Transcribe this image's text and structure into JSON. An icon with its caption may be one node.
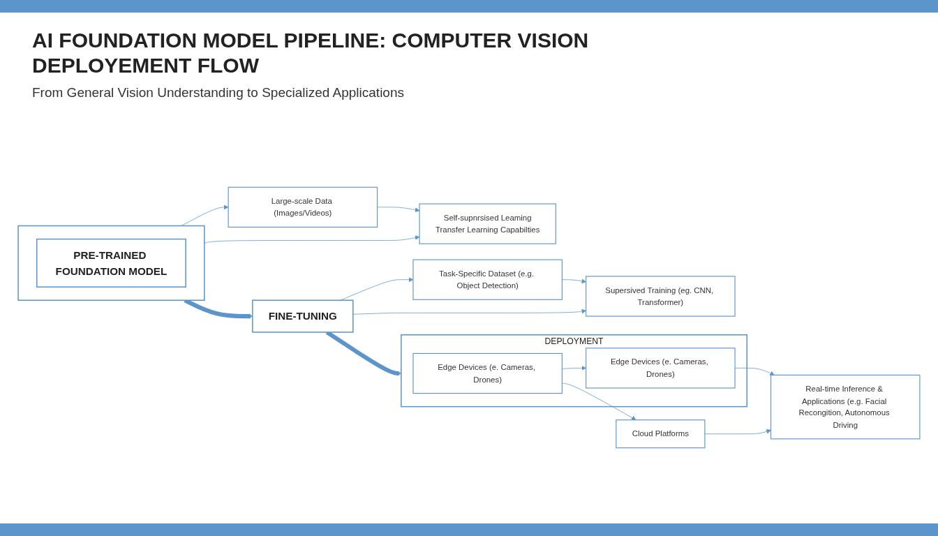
{
  "diagram": {
    "title": "AI FOUNDATION MODEL PIPELINE: COMPUTER VISION DEPLOYEMENT FLOW",
    "nodes": [
      {
        "text": [],
        "shape": "box"
      },
      {
        "text": [
          "PRE-TRAINED FOUNDATION MODEL"
        ],
        "in": 0
      },
      {
        "text": [
          "Large-scale Data (Images/Videos)"
        ]
      },
      {
        "text": [
          "Self-supnrsised Leaming",
          "Transfer Learning Capabilties"
        ]
      },
      {
        "text": [
          "FINE-TUNING"
        ]
      },
      {
        "text": [
          "Task-Specific Dataset (e.g. Object Detection)"
        ]
      },
      {
        "text": [
          "Supersived Training (eg. CNN, Transformer)"
        ]
      },
      {
        "text": [
          "DEPLOYMENT"
        ]
      },
      {
        "text": [
          "Edge Devices (e. Cameras, Drones)"
        ],
        "in": 7
      },
      {
        "text": [
          "Edge Devices (e. Cameras, Drones)"
        ],
        "in": 7
      },
      {
        "text": [
          "Cloud Platforms"
        ]
      },
      {
        "text": [
          "Real-time Inference & Applications (e.g. Facial Recongition, Autonomous Driving"
        ]
      }
    ],
    "edges": [
      {
        "from": 0,
        "to": 2,
        "arrow": "to"
      },
      {
        "from": 0,
        "to": 3,
        "arrow": "to"
      },
      {
        "from": 2,
        "to": 3,
        "arrow": "to"
      },
      {
        "from": 0,
        "to": 4,
        "arrow": "to",
        "style": "thick"
      },
      {
        "from": 4,
        "to": 5,
        "arrow": "to"
      },
      {
        "from": 4,
        "to": 6,
        "arrow": "to"
      },
      {
        "from": 5,
        "to": 6,
        "arrow": "to"
      },
      {
        "from": 4,
        "to": 7,
        "arrow": "to",
        "style": "thick"
      },
      {
        "from": 8,
        "to": 9,
        "arrow": "to"
      },
      {
        "from": 8,
        "to": 10,
        "arrow": "to"
      },
      {
        "from": 9,
        "to": 11,
        "arrow": "to"
      },
      {
        "from": 10,
        "to": 11,
        "arrow": "to"
      }
    ],
    "labels": [
      "From General Vision Understanding to Specialized Applications"
    ]
  }
}
